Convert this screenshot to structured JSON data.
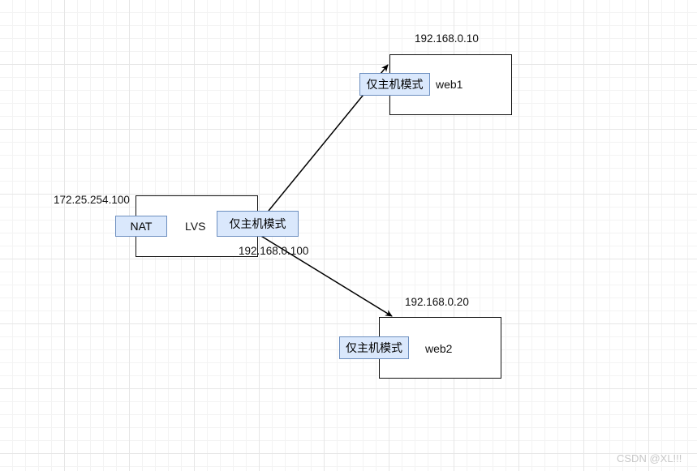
{
  "nodes": {
    "lvs": {
      "name": "LVS",
      "ip_outer": "172.25.254.100",
      "ip_inner": "192.168.0.100",
      "tag_left": "NAT",
      "tag_right": "仅主机模式"
    },
    "web1": {
      "name": "web1",
      "ip": "192.168.0.10",
      "tag": "仅主机模式"
    },
    "web2": {
      "name": "web2",
      "ip": "192.168.0.20",
      "tag": "仅主机模式"
    }
  },
  "edges": [
    {
      "from": "lvs",
      "to": "web1",
      "arrow": "end"
    },
    {
      "from": "lvs",
      "to": "web2",
      "arrow": "end"
    }
  ],
  "watermark": "CSDN @XL!!!"
}
